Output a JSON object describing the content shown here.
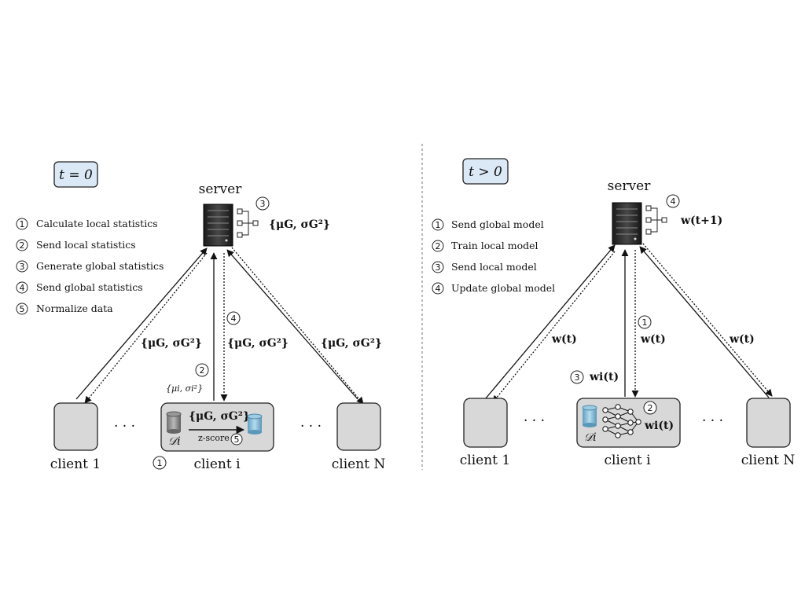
{
  "left_panel": {
    "time_badge": "t = 0",
    "server_label": "server",
    "steps": [
      {
        "num": "1",
        "text": "Calculate local statistics"
      },
      {
        "num": "2",
        "text": "Send local statistics"
      },
      {
        "num": "3",
        "text": "Generate global statistics"
      },
      {
        "num": "4",
        "text": "Send global statistics"
      },
      {
        "num": "5",
        "text": "Normalize data"
      }
    ],
    "server_marker": "3",
    "server_math": "{μG, σG²}",
    "left_edge_label": "{μG, σG²}",
    "center_marker": "4",
    "center_down_label": "{μG, σG²}",
    "right_edge_label": "{μG, σG²}",
    "up_marker": "2",
    "up_label": "{μi, σi²}",
    "client_i_math": "{μG, σG²}",
    "zscore_label": "z-score",
    "zscore_marker": "5",
    "data_label": "𝒟i",
    "client_i_marker": "1",
    "clients": [
      "client 1",
      "client i",
      "client N"
    ],
    "ellipsis": "· · ·"
  },
  "right_panel": {
    "time_badge": "t > 0",
    "server_label": "server",
    "steps": [
      {
        "num": "1",
        "text": "Send global model"
      },
      {
        "num": "2",
        "text": "Train local model"
      },
      {
        "num": "3",
        "text": "Send local model"
      },
      {
        "num": "4",
        "text": "Update global model"
      }
    ],
    "server_marker": "4",
    "server_math": "w(t+1)",
    "left_edge_label": "w(t)",
    "center_marker": "1",
    "center_down_label": "w(t)",
    "right_edge_label": "w(t)",
    "up_marker": "3",
    "up_label": "wi(t)",
    "client_i_marker": "2",
    "client_i_math": "wi(t)",
    "data_label": "𝒟i",
    "clients": [
      "client 1",
      "client i",
      "client N"
    ],
    "ellipsis": "· · ·"
  }
}
